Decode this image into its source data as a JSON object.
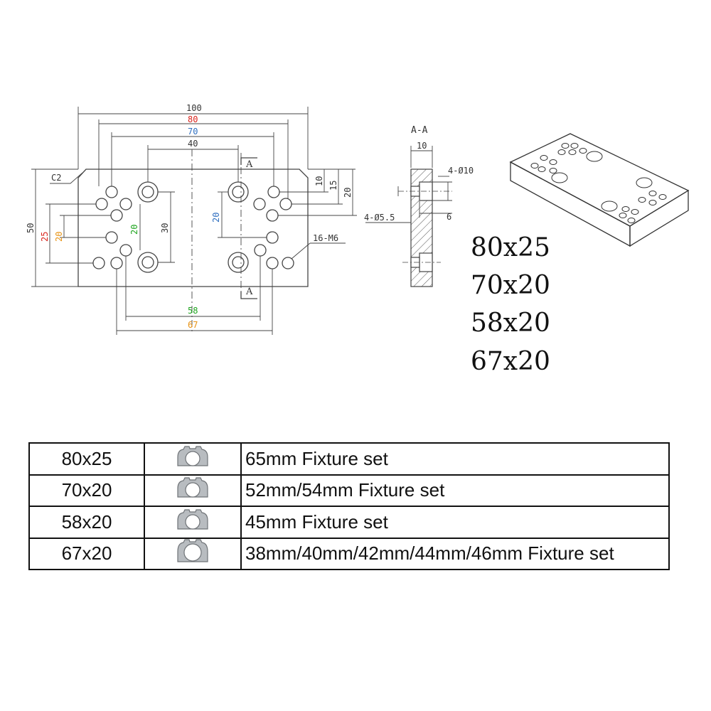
{
  "drawing": {
    "dimensions": {
      "overall_width": "100",
      "span_80": "80",
      "span_70": "70",
      "span_40": "40",
      "chamfer": "C2",
      "height_50": "50",
      "height_25": "25",
      "height_20_left": "20",
      "height_20_inner": "20",
      "height_30": "30",
      "height_20_right": "20",
      "edge_10": "10",
      "edge_15": "15",
      "edge_20": "20",
      "span_58": "58",
      "span_67": "67",
      "thread_note": "16-M6",
      "section_marker": "A"
    },
    "section": {
      "title": "A-A",
      "thickness": "10",
      "counterbore": "4-Ø10",
      "depth": "6",
      "through_hole": "4-Ø5.5"
    },
    "colors": {
      "red": "#d9241c",
      "blue": "#2f6fc0",
      "green": "#1fa51f",
      "orange": "#e89314",
      "line": "#444444"
    }
  },
  "size_labels": [
    "80x25",
    "70x20",
    "58x20",
    "67x20"
  ],
  "table": {
    "rows": [
      {
        "size": "80x25",
        "icon": "clamp-fixture-icon",
        "description": "65mm Fixture set"
      },
      {
        "size": "70x20",
        "icon": "clamp-fixture-icon",
        "description": "52mm/54mm Fixture set"
      },
      {
        "size": "58x20",
        "icon": "clamp-fixture-icon",
        "description": "45mm Fixture set"
      },
      {
        "size": "67x20",
        "icon": "clamp-fixture-icon",
        "description": "38mm/40mm/42mm/44mm/46mm Fixture set"
      }
    ]
  }
}
